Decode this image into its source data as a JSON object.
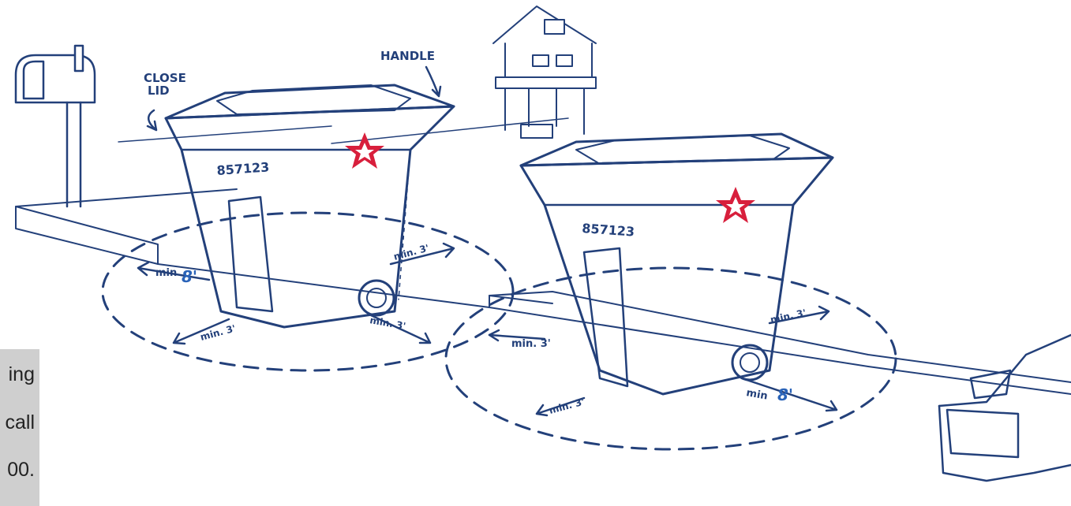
{
  "labels": {
    "close_lid": [
      "CLOSE",
      "LID"
    ],
    "handle": "HANDLE",
    "cart_number_left": "857123",
    "cart_number_right": "857123",
    "min": "min",
    "min_3": "min. 3'",
    "eight_ft": "8'"
  },
  "callout": {
    "lines": [
      "ing",
      "call",
      "00."
    ]
  },
  "colors": {
    "ink": "#23407a",
    "logo": "#d81f3c",
    "callout_bg": "#cfcfcf",
    "eight_ft": "#2a63b8"
  },
  "icons": {
    "logo": "recycle-star-logo"
  }
}
